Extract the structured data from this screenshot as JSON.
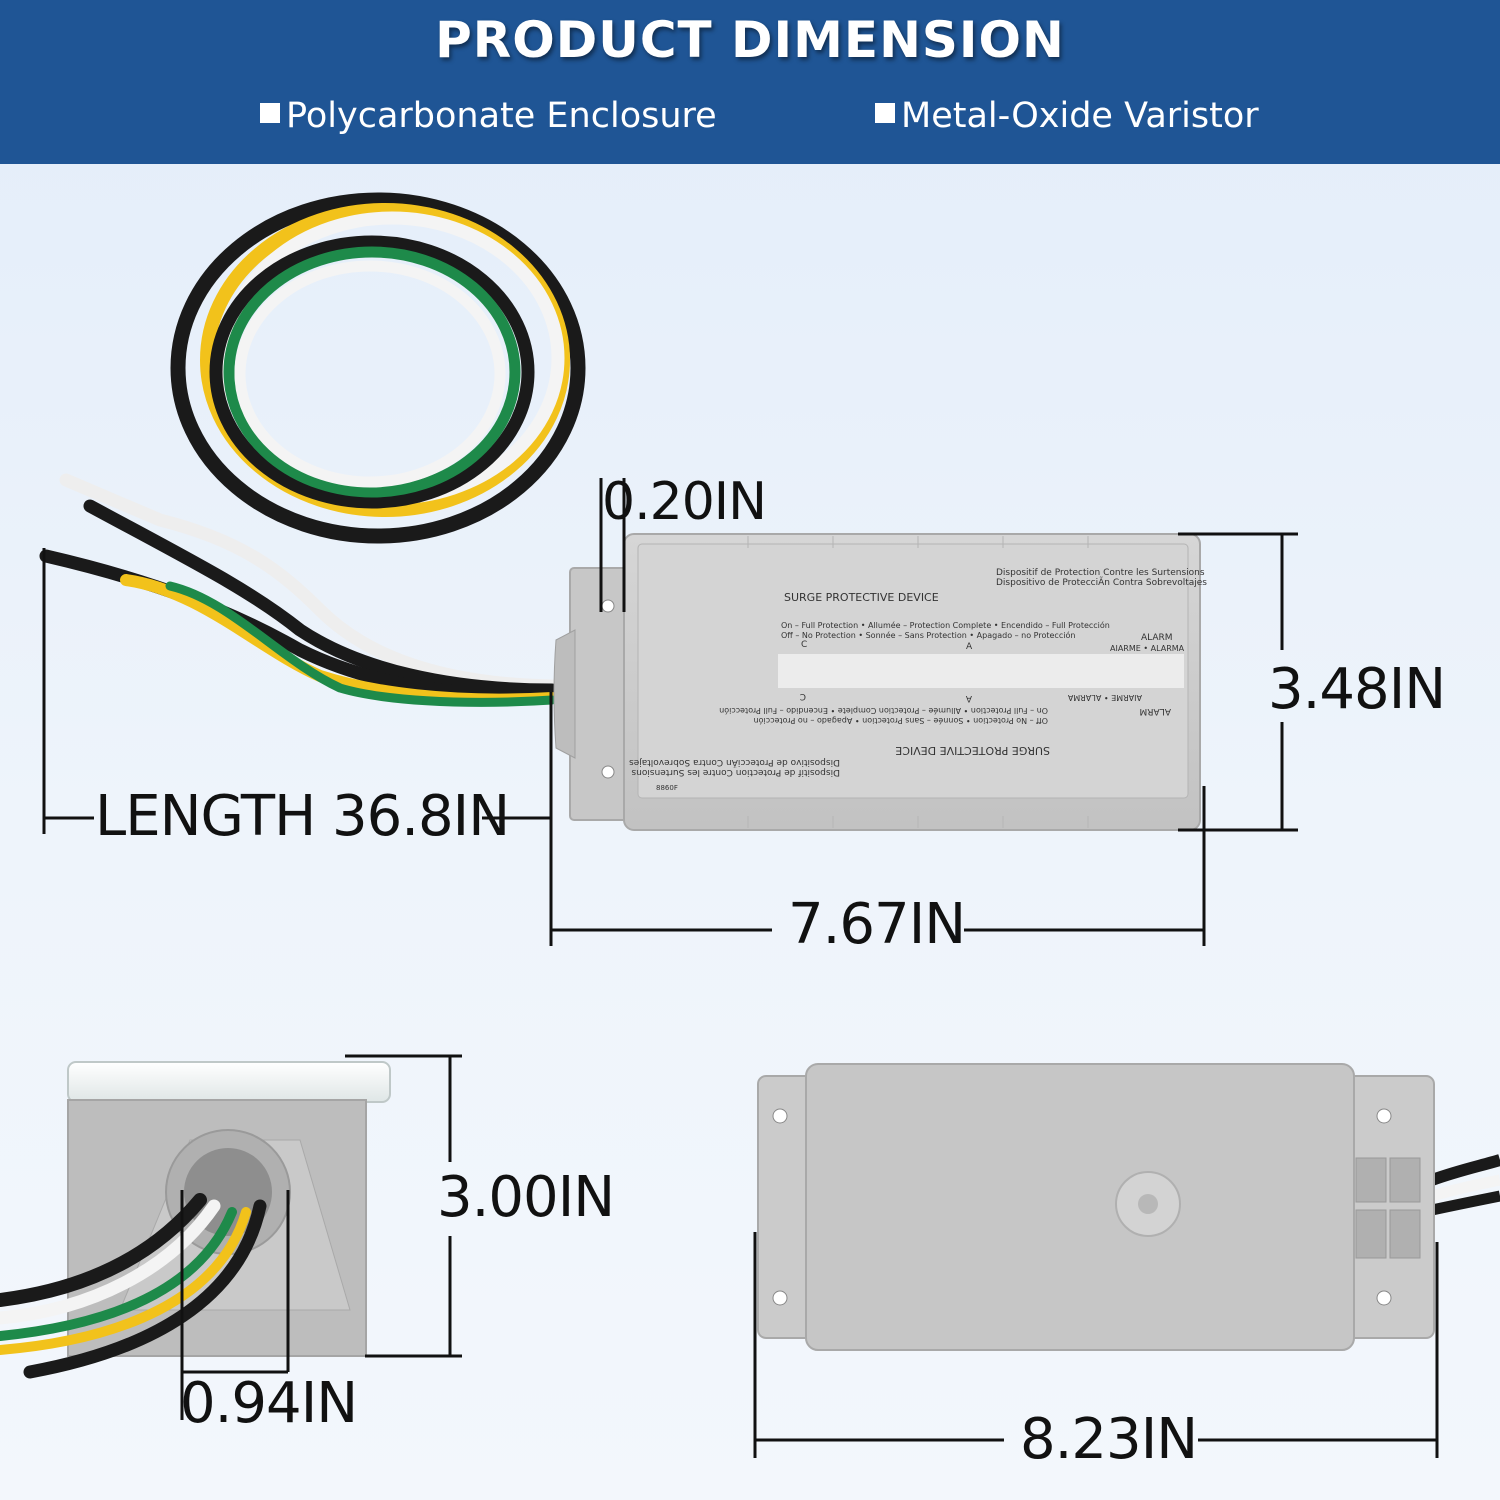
{
  "header": {
    "title": "PRODUCT DIMENSION",
    "features": [
      "Polycarbonate Enclosure",
      "Metal-Oxide Varistor"
    ],
    "background": "#1f5595"
  },
  "dimensions": {
    "flange": "0.20IN",
    "height": "3.48IN",
    "cable_length": "LENGTH 36.8IN",
    "body_length": "7.67IN",
    "depth": "3.00IN",
    "knockout": "0.94IN",
    "total_length": "8.23IN"
  },
  "device_label": {
    "french": "Dispositif de Protection Contre les Surtensions",
    "spanish": "Dispositivo de ProtecciÃn Contra Sobrevoltajes",
    "name": "SURGE PROTECTIVE DEVICE",
    "on_line": "On – Full Protection • Allumée – Protection Complete • Encendido – Full Protección",
    "off_line": "Off – No Protection • Sonnée – Sans Protection • Apagado – no Protección",
    "alarm": "ALARM",
    "alarm_sub": "AIARME • ALARMA",
    "led_c": "C",
    "led_a": "A",
    "model": "8860F"
  },
  "icons": [
    "bullet-square-icon"
  ],
  "colors": {
    "wire_black": "#1a1a1a",
    "wire_white": "#f4f4f4",
    "wire_green": "#1e8a4a",
    "wire_yellow": "#f2c21b",
    "enclosure": "#c9c9c9"
  }
}
